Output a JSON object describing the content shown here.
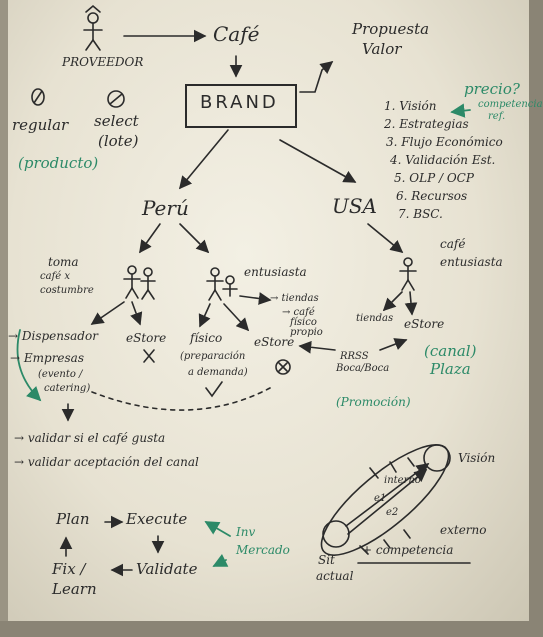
{
  "top": {
    "proveedor": "PROVEEDOR",
    "cafe": "Café",
    "brand": "BRAND",
    "propuesta_line1": "Propuesta",
    "propuesta_line2": "Valor"
  },
  "grades": {
    "regular": "regular",
    "select_line1": "select",
    "select_line2": "(lote)",
    "producto": "(producto)"
  },
  "precio": {
    "label": "precio?",
    "competencia_line1": "competencia",
    "competencia_line2": "ref."
  },
  "list": {
    "items": [
      "1. Visión",
      "2. Estrategias",
      "3. Flujo Económico",
      "4. Validación Est.",
      "5. OLP / OCP",
      "6. Recursos",
      "7. BSC."
    ]
  },
  "peru": {
    "title": "Perú",
    "toma_line1": "toma",
    "toma_line2": "café x",
    "toma_line3": "costumbre",
    "entusiasta": "entusiasta",
    "tiendas": "→ tiendas",
    "cafe_fisico_line1": "→ café",
    "cafe_fisico_line2": "físico",
    "cafe_fisico_line3": "propio",
    "dispensador": "→ Dispensador",
    "estore_left": "eStore",
    "empresas_line1": "→ Empresas",
    "empresas_line2": "(evento /",
    "empresas_line3": "catering)",
    "fisico_line1": "físico",
    "fisico_line2": "(preparación",
    "fisico_line3": "a demanda)",
    "estore_mid": "eStore",
    "validar1": "→ validar si el café gusta",
    "validar2": "→ validar aceptación del canal"
  },
  "usa": {
    "title": "USA",
    "cafe_entusiasta_line1": "café",
    "cafe_entusiasta_line2": "entusiasta",
    "tiendas": "tiendas",
    "estore": "eStore",
    "rrss_line1": "RRSS",
    "rrss_line2": "Boca/Boca",
    "canal_line1": "(canal)",
    "canal_line2": "Plaza",
    "promocion": "(Promoción)"
  },
  "cycle": {
    "plan": "Plan",
    "execute": "Execute",
    "validate": "Validate",
    "fix_line1": "Fix /",
    "fix_line2": "Learn",
    "inv_line1": "Inv",
    "inv_line2": "Mercado"
  },
  "strategy": {
    "vision": "Visión",
    "interno": "interno",
    "e1": "e1",
    "e2": "e2",
    "sit_line1": "Sit",
    "sit_line2": "actual",
    "externo": "externo",
    "competencia": "+ competencia"
  },
  "colors": {
    "ink": "#2b2b2b",
    "green_marker": "#2c8a68",
    "board": "#efece0"
  }
}
